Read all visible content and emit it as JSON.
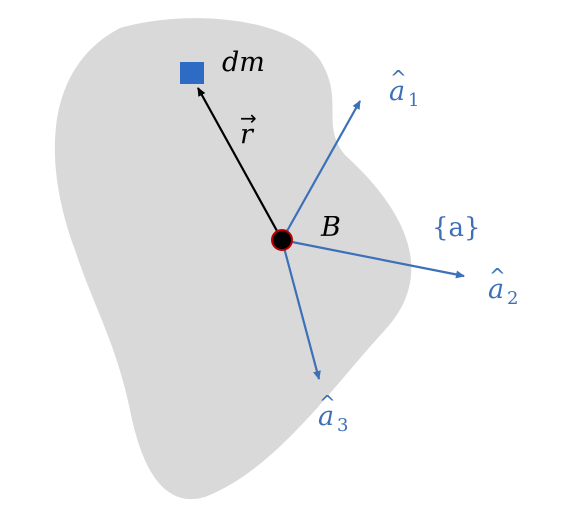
{
  "diagram": {
    "colors": {
      "body_fill": "#d9d9d9",
      "axis_blue": "#3c70b8",
      "mass_blue": "#2e6bc4",
      "vector_black": "#000000",
      "point_red": "#c00000"
    },
    "labels": {
      "mass_element": "dm",
      "position_vector": "r",
      "position_vector_arrow": "⃗",
      "point": "B",
      "frame": "{a}",
      "hat": "^",
      "axis_base": "a",
      "axis1_sub": "1",
      "axis2_sub": "2",
      "axis3_sub": "3"
    },
    "icons": {
      "mass_element": "blue-square-icon",
      "point_marker": "black-circle-icon"
    }
  }
}
